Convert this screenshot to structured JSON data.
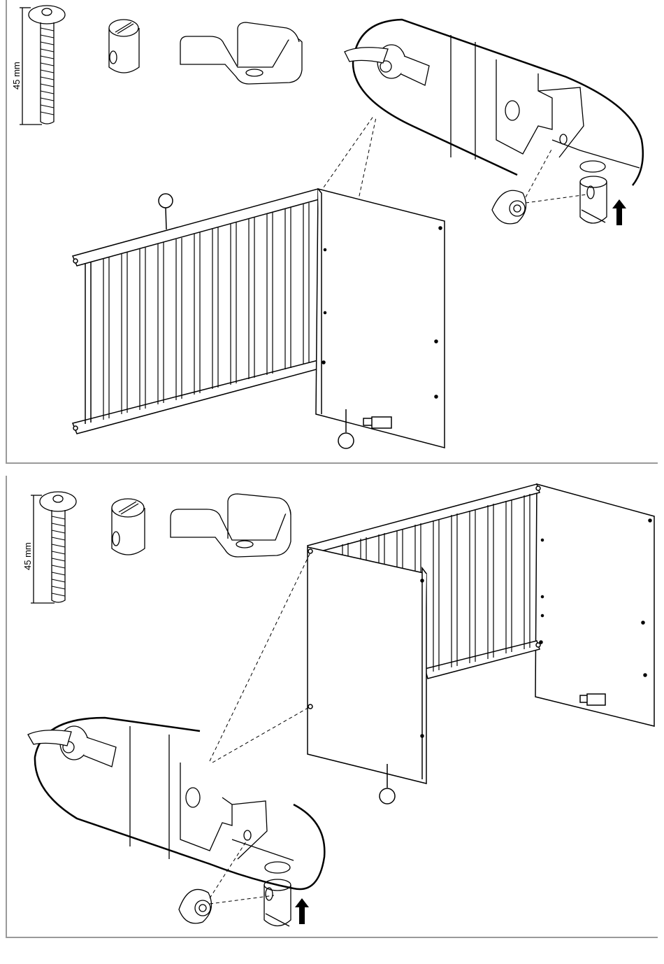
{
  "document": {
    "type": "assembly-instruction-page",
    "steps": [
      {
        "parts": [
          {
            "icon": "bolt-icon",
            "dimension_label": "45 mm"
          },
          {
            "icon": "barrel-nut-icon"
          },
          {
            "icon": "u-bracket-icon"
          }
        ],
        "callout_icon": "eye-icon",
        "arrow_icon": "arrow-up-icon"
      },
      {
        "parts": [
          {
            "icon": "bolt-icon",
            "dimension_label": "45 mm"
          },
          {
            "icon": "barrel-nut-icon"
          },
          {
            "icon": "u-bracket-icon"
          }
        ],
        "callout_icon": "eye-icon",
        "arrow_icon": "arrow-up-icon"
      }
    ],
    "colors": {
      "ink": "#000000",
      "frame": "#9a9a9a",
      "background": "#ffffff"
    }
  }
}
